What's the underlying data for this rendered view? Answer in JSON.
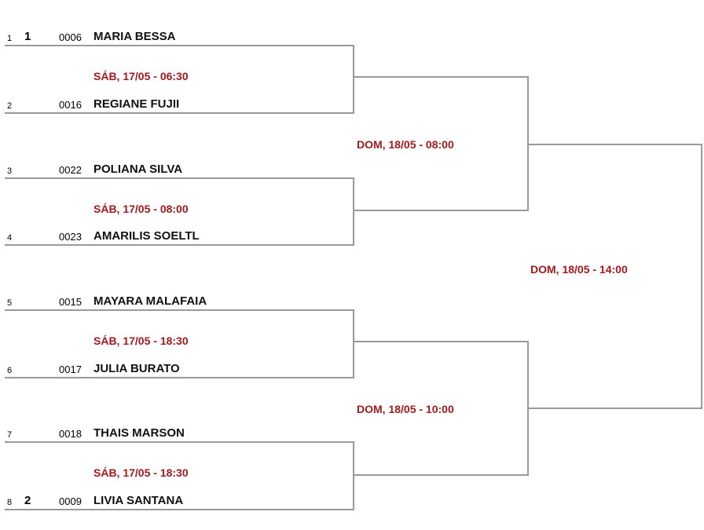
{
  "colors": {
    "line": "#9a9a9a",
    "schedule_text": "#a3191e",
    "name_text": "#111111"
  },
  "entries": [
    {
      "position": "1",
      "seed": "1",
      "code": "0006",
      "name": "MARIA BESSA"
    },
    {
      "position": "2",
      "seed": "",
      "code": "0016",
      "name": "REGIANE FUJII"
    },
    {
      "position": "3",
      "seed": "",
      "code": "0022",
      "name": "POLIANA SILVA"
    },
    {
      "position": "4",
      "seed": "",
      "code": "0023",
      "name": "AMARILIS SOELTL"
    },
    {
      "position": "5",
      "seed": "",
      "code": "0015",
      "name": "MAYARA MALAFAIA"
    },
    {
      "position": "6",
      "seed": "",
      "code": "0017",
      "name": "JULIA BURATO"
    },
    {
      "position": "7",
      "seed": "",
      "code": "0018",
      "name": "THAIS MARSON"
    },
    {
      "position": "8",
      "seed": "2",
      "code": "0009",
      "name": "LIVIA SANTANA"
    }
  ],
  "round1": [
    {
      "schedule": "SÁB, 17/05 - 06:30"
    },
    {
      "schedule": "SÁB, 17/05 - 08:00"
    },
    {
      "schedule": "SÁB, 17/05 - 18:30"
    },
    {
      "schedule": "SÁB, 17/05 - 18:30"
    }
  ],
  "round2": [
    {
      "schedule": "DOM, 18/05 - 08:00"
    },
    {
      "schedule": "DOM, 18/05 - 10:00"
    }
  ],
  "final": {
    "schedule": "DOM, 18/05 - 14:00"
  }
}
